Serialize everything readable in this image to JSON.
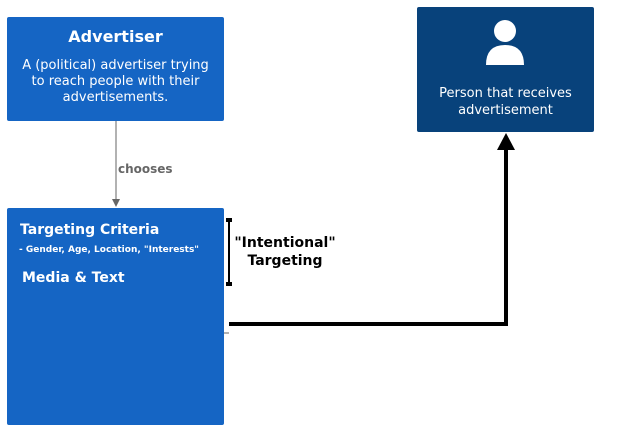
{
  "advertiser": {
    "title": "Advertiser",
    "description": "A (political) advertiser trying to reach people with their advertisements."
  },
  "edge": {
    "label": "chooses"
  },
  "targeting": {
    "criteria_title": "Targeting Criteria",
    "criteria_list": "- Gender, Age, Location, \"Interests\"",
    "media_title": "Media & Text"
  },
  "annotation": {
    "line1": "\"Intentional\"",
    "line2": "Targeting"
  },
  "person": {
    "label": "Person that receives advertisement",
    "icon": "person-icon"
  },
  "colors": {
    "advertiser_box": "#1565c4",
    "targeting_box": "#1565c4",
    "person_box": "#08427b",
    "connector": "#666666",
    "arrow": "#000000"
  }
}
